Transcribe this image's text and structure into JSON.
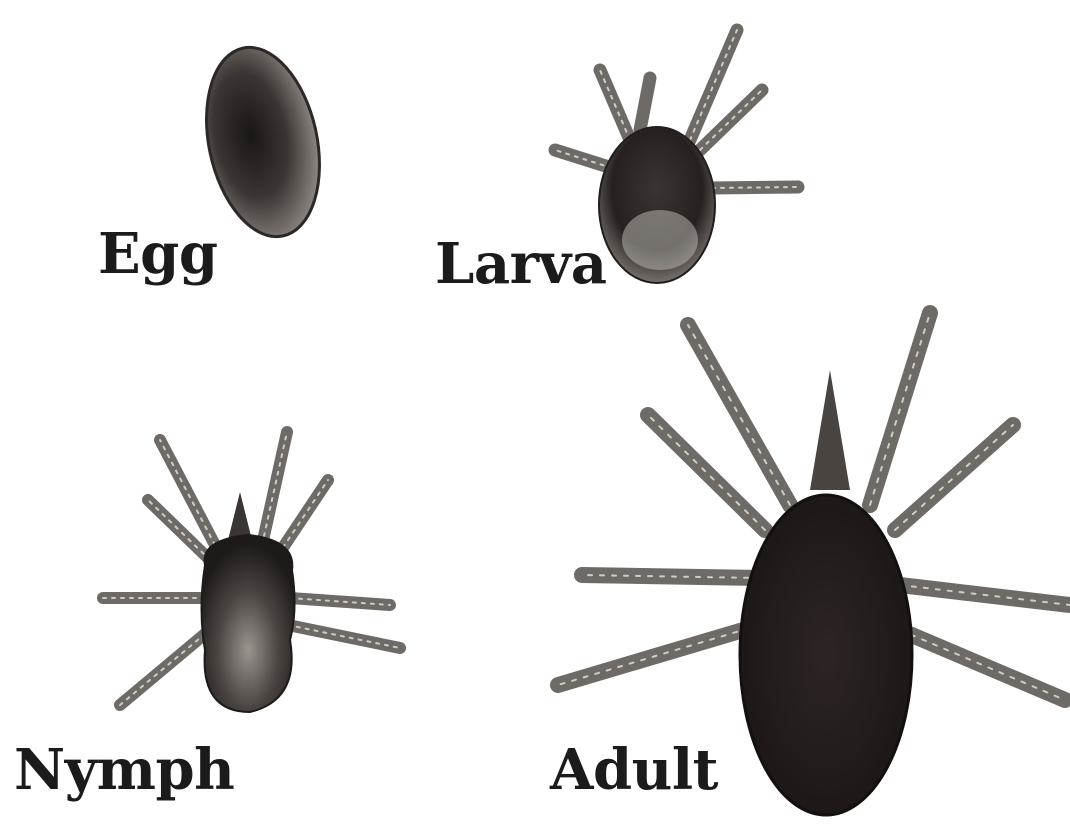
{
  "figure": {
    "stages": [
      {
        "id": "egg",
        "label": "Egg"
      },
      {
        "id": "larva",
        "label": "Larva"
      },
      {
        "id": "nymph",
        "label": "Nymph"
      },
      {
        "id": "adult",
        "label": "Adult"
      }
    ],
    "colors": {
      "background": "#ffffff",
      "label_text": "#1b1b1b",
      "body_dark": "#2a2422",
      "leg_stroke": "#6e6a66"
    }
  }
}
